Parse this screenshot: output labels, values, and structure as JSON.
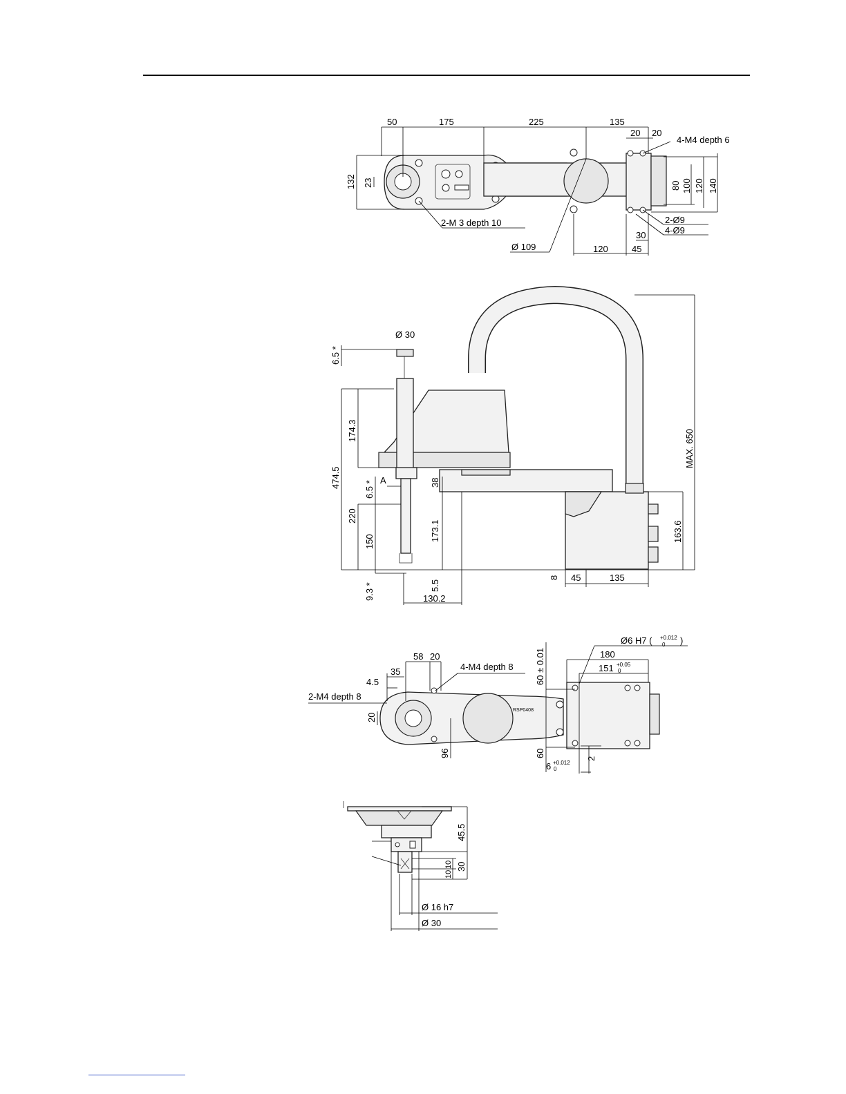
{
  "views": {
    "top": {
      "widths": [
        "50",
        "175",
        "225",
        "135",
        "20",
        "20"
      ],
      "heights": [
        "132",
        "23",
        "80",
        "100",
        "120",
        "140"
      ],
      "callouts": [
        "4-M4 depth 6",
        "2-Ø9",
        "4-Ø9",
        "2-M 3 depth 10",
        "Ø 109"
      ],
      "bottom_dims": [
        "30",
        "120",
        "45"
      ]
    },
    "side": {
      "dims": [
        "Ø 30",
        "6.5 *",
        "174.3",
        "474.5",
        "6.5 *",
        "220",
        "150",
        "38",
        "173.1",
        "MAX. 650",
        "163.6",
        "8",
        "45",
        "135",
        "9.3 *",
        "5.5",
        "130.2"
      ],
      "section_mark": "A"
    },
    "base_top": {
      "dims": [
        "58",
        "20",
        "35",
        "4.5",
        "4-M4 depth 8",
        "2-M4 depth 8",
        "20",
        "96",
        "60 ± 0.01",
        "60",
        "Ø6 H7 (",
        "+0.012",
        "0",
        ")",
        "180",
        "151",
        "+0.05",
        "0",
        "6",
        "+0.012",
        "0",
        "2"
      ],
      "label": "RSP0408"
    },
    "detail": {
      "dims": [
        "45.5",
        "10",
        "10",
        "30",
        "Ø 16 h7",
        "Ø 30"
      ]
    }
  }
}
